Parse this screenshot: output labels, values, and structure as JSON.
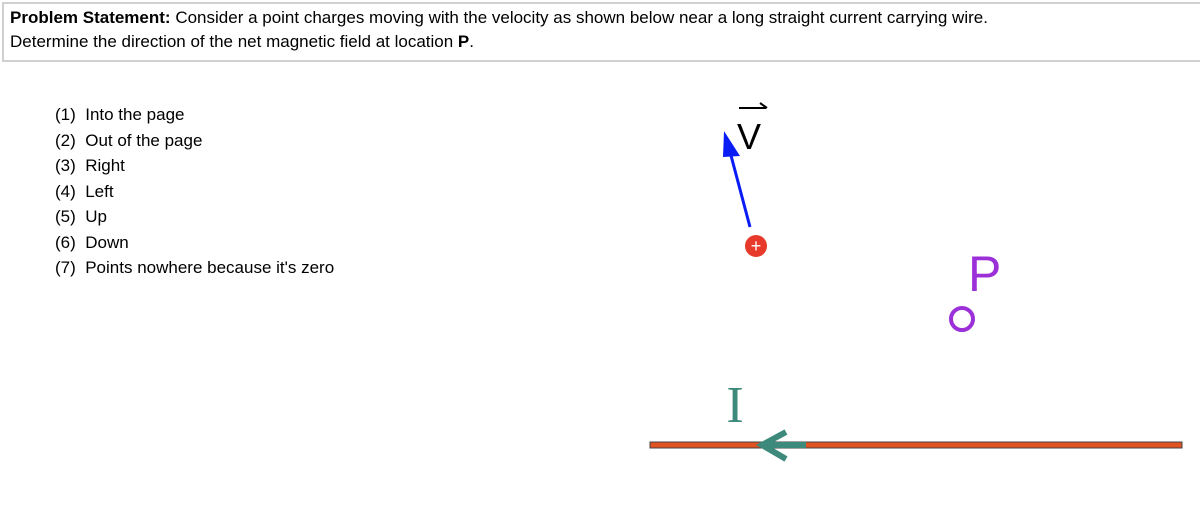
{
  "problem": {
    "label": "Problem Statement:",
    "text_line1": " Consider a point charges moving with the velocity as shown below near a long straight current carrying wire.",
    "text_line2": "Determine the direction of the net magnetic field at location ",
    "point_name": "P",
    "end": "."
  },
  "choices": [
    "(1)  Into the page",
    "(2)  Out of the page",
    "(3)  Right",
    "(4)  Left",
    "(5)  Up",
    "(6)  Down",
    "(7)  Points nowhere because it's zero"
  ],
  "diagram": {
    "velocity_label": "V",
    "charge_sign": "+",
    "point_label": "P",
    "current_label": "I",
    "colors": {
      "velocity": "#0a1cf5",
      "charge": "#e83a2a",
      "point": "#9b30d9",
      "current": "#3d8a7c",
      "wire": "#e0521f"
    }
  }
}
